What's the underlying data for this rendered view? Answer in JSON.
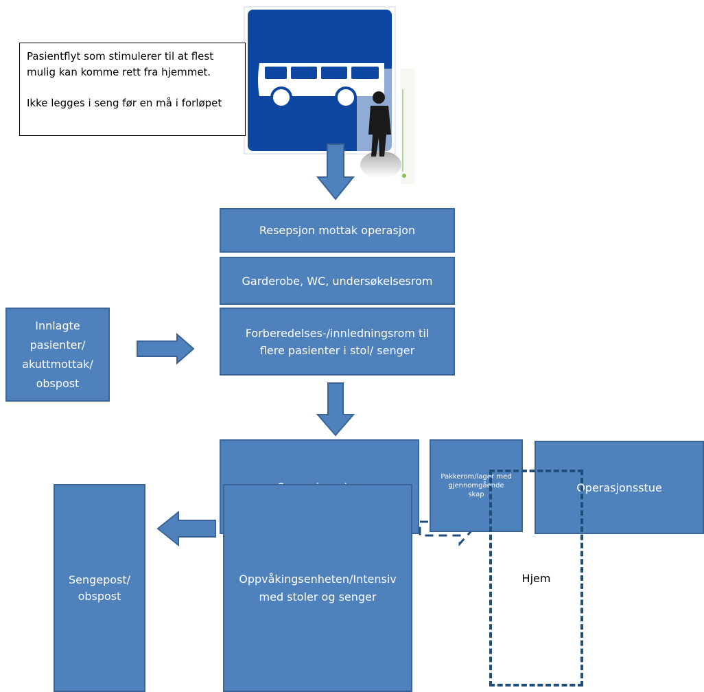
{
  "diagram": {
    "note": {
      "line1": "Pasientflyt som stimulerer til at flest mulig kan komme rett fra hjemmet.",
      "line2": "Ikke legges i seng før en må i forløpet"
    },
    "boxes": {
      "reception": "Resepsjon mottak operasjon",
      "wardrobe": "Garderobe, WC, undersøkelsesrom",
      "prep": "Forberedelses-/innledningsrom til flere pasienter i stol/ senger",
      "inpatients": "Innlagte pasienter/ akuttmottak/ obspost",
      "or_left": "Operasjonsstue",
      "storage": "Pakkerom/lager med gjennomgående skap",
      "or_right": "Operasjonsstue",
      "ward": "Sengepost/ obspost",
      "recovery": "Oppvåkingsenheten/Intensiv med stoler og senger",
      "home": "Hjem"
    },
    "icons": {
      "bus": "bus-sign-icon",
      "walker": "walking-person-icon"
    },
    "colors": {
      "box_fill": "#4f81bd",
      "box_border": "#3a6495",
      "sign_blue": "#0d47a1",
      "dashed": "#1f4e79"
    }
  }
}
